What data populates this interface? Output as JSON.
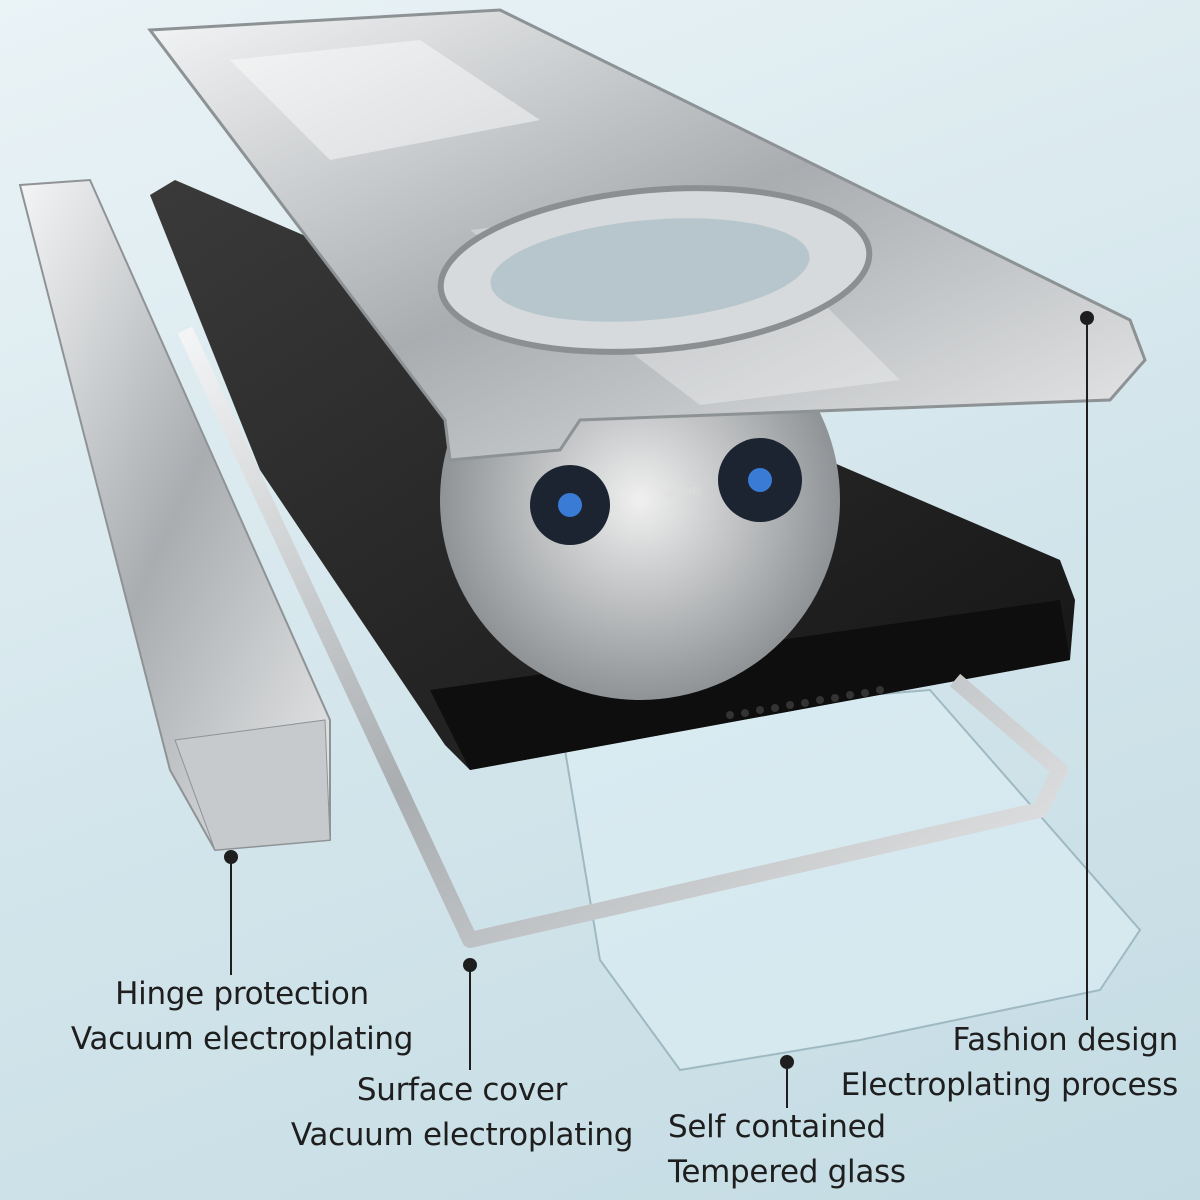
{
  "product_text": "HUAWEI",
  "callouts": [
    {
      "title": "Hinge protection",
      "subtitle": "Vacuum electroplating"
    },
    {
      "title": "Surface cover",
      "subtitle": "Vacuum electroplating"
    },
    {
      "title": "Self contained",
      "subtitle": "Tempered glass"
    },
    {
      "title": "Fashion design",
      "subtitle": "Electroplating process"
    }
  ],
  "colors": {
    "background": "#d4e6ec",
    "phone": "#1c1c1c",
    "silver": "#c9ccce",
    "text": "#1e1e1e"
  }
}
